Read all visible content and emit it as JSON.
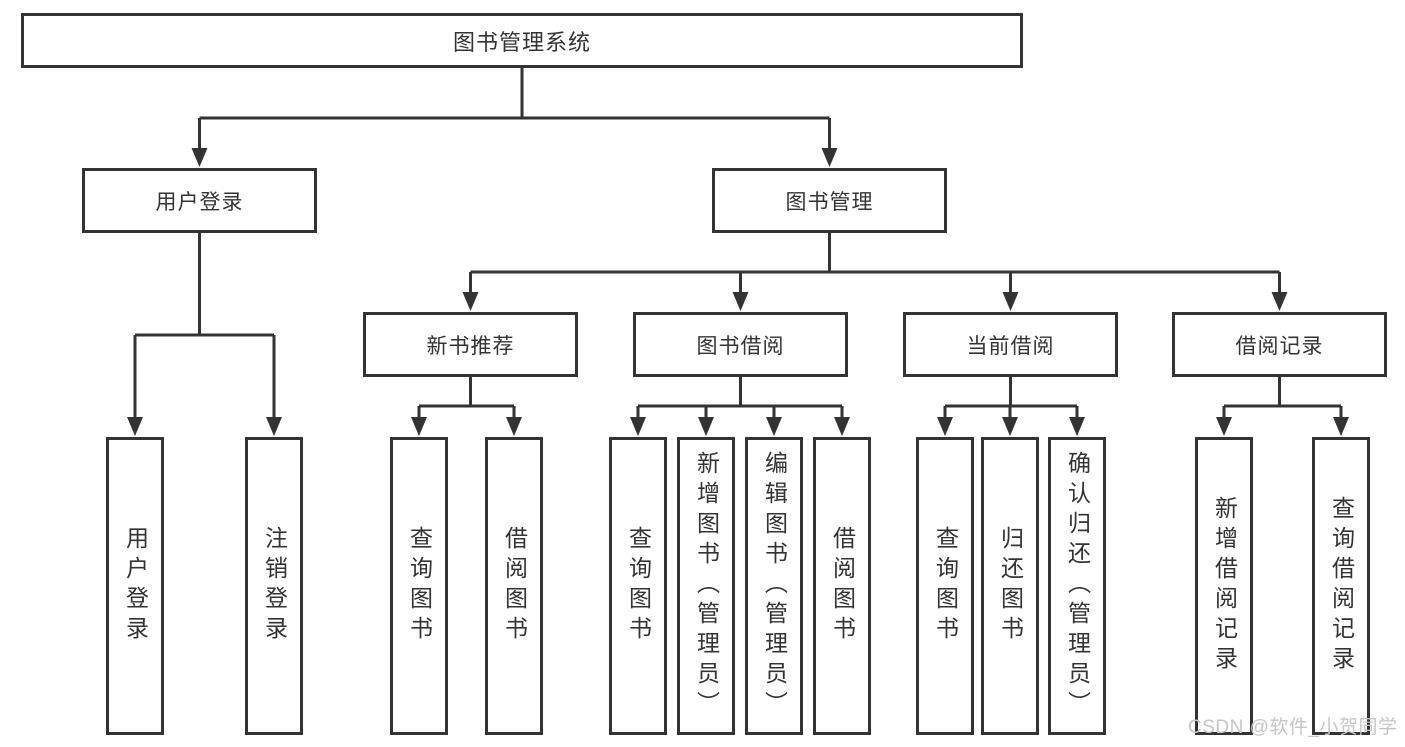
{
  "diagram_title": "图书管理系统",
  "boxes": {
    "root": "图书管理系统",
    "level2": [
      "用户登录",
      "图书管理"
    ],
    "level3": [
      "新书推荐",
      "图书借阅",
      "当前借阅",
      "借阅记录"
    ],
    "leaves_user_login": [
      "用户登录",
      "注销登录"
    ],
    "leaves_new_books": [
      "查询图书",
      "借阅图书"
    ],
    "leaves_book_borrow": [
      "查询图书",
      "新增图书（管理员）",
      "编辑图书（管理员）",
      "借阅图书"
    ],
    "leaves_current_borrow": [
      "查询图书",
      "归还图书",
      "确认归还（管理员）"
    ],
    "leaves_borrow_records": [
      "新增借阅记录",
      "查询借阅记录"
    ]
  },
  "watermark": {
    "text": "CSDN @软件_小贺同学"
  },
  "colors": {
    "line": "#333333",
    "box_border": "#333333",
    "text": "#333333",
    "watermark": "#c6c6c6",
    "background": "#ffffff"
  }
}
